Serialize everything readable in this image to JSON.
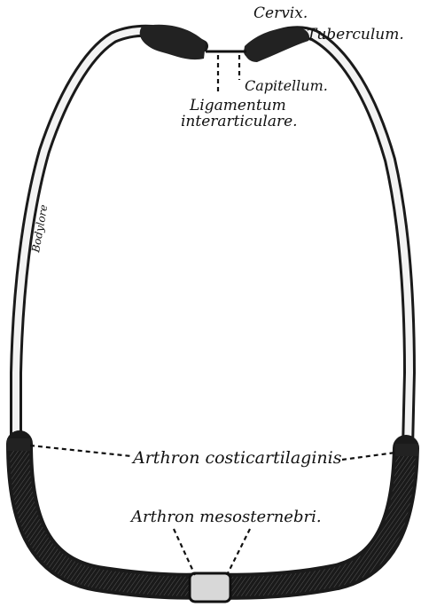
{
  "labels": {
    "cervix": "Cervix.",
    "tuberculum": "Tuberculum.",
    "capitellum": "Capitellum.",
    "ligamentum_line1": "Ligamentum",
    "ligamentum_line2": "interarticulare.",
    "arthron_costi": "Arthron costicartilaginis",
    "arthron_meso": "Arthron mesosternebri.",
    "side_text": "Bodylore"
  },
  "colors": {
    "ink": "#1a1a1a",
    "background": "#ffffff",
    "bone_fill": "#f4f4f4"
  }
}
